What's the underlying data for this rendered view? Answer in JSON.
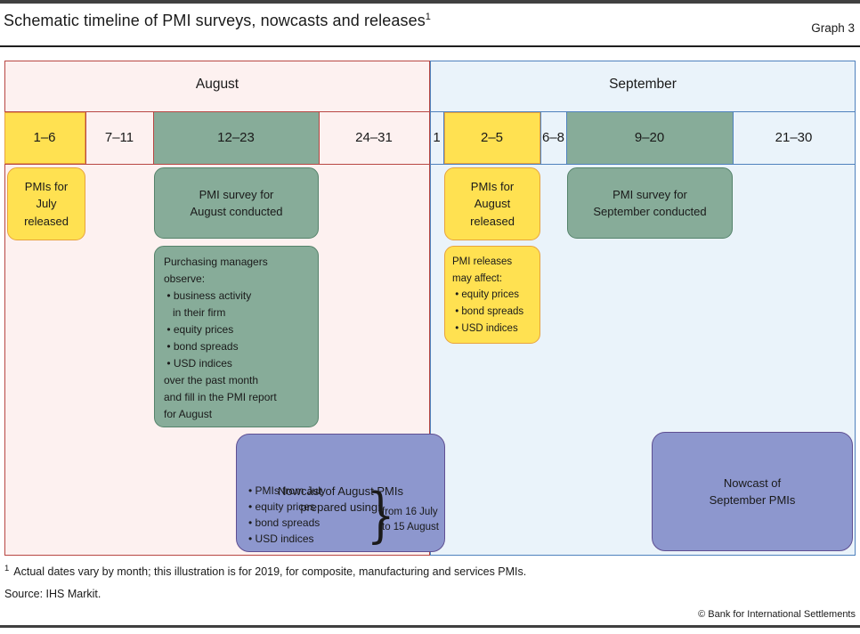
{
  "header": {
    "title": "Schematic timeline of PMI surveys, nowcasts and releases",
    "title_footnote_marker": "1",
    "graph_label": "Graph 3"
  },
  "timeline": {
    "august": {
      "label": "August",
      "date_ranges": [
        "1–6",
        "7–11",
        "12–23",
        "24–31"
      ]
    },
    "september": {
      "label": "September",
      "date_ranges": [
        "1",
        "2–5",
        "6–8",
        "9–20",
        "21–30"
      ]
    }
  },
  "boxes": {
    "july_pmis_released": "PMIs for\nJuly\nreleased",
    "august_survey": "PMI survey for\nAugust conducted",
    "august_observe": "Purchasing managers\nobserve:\n • business activity\n   in their firm\n • equity prices\n • bond spreads\n • USD indices\nover the past month\nand fill in the PMI report\nfor August",
    "august_nowcast_title": "Nowcast of August PMIs\nprepared using:",
    "august_nowcast_bullets": "• PMIs from July\n• equity prices\n• bond spreads\n• USD indices",
    "august_nowcast_brace": "}",
    "august_nowcast_window": "from 16 July\nto 15 August",
    "august_pmis_released": "PMIs for\nAugust\nreleased",
    "august_releases_affect": "PMI releases\nmay affect:\n • equity prices\n • bond spreads\n • USD indices",
    "september_survey": "PMI survey for\nSeptember conducted",
    "september_nowcast": "Nowcast of\nSeptember PMIs"
  },
  "footer": {
    "footnote_marker": "1",
    "footnote_text": "Actual dates vary by month; this illustration is for 2019, for composite, manufacturing and services PMIs.",
    "source": "Source: IHS Markit.",
    "copyright": "© Bank for International Settlements"
  },
  "colors": {
    "august_border": "#b84743",
    "august_background": "#fdf1f0",
    "september_border": "#4f81bd",
    "september_background": "#eaf3fa",
    "yellow_fill": "#ffe151",
    "yellow_border": "#e8a33d",
    "green_fill": "#87ac99",
    "green_border": "#55836b",
    "purple_fill": "#8d97ce",
    "purple_border": "#5f4f92"
  }
}
